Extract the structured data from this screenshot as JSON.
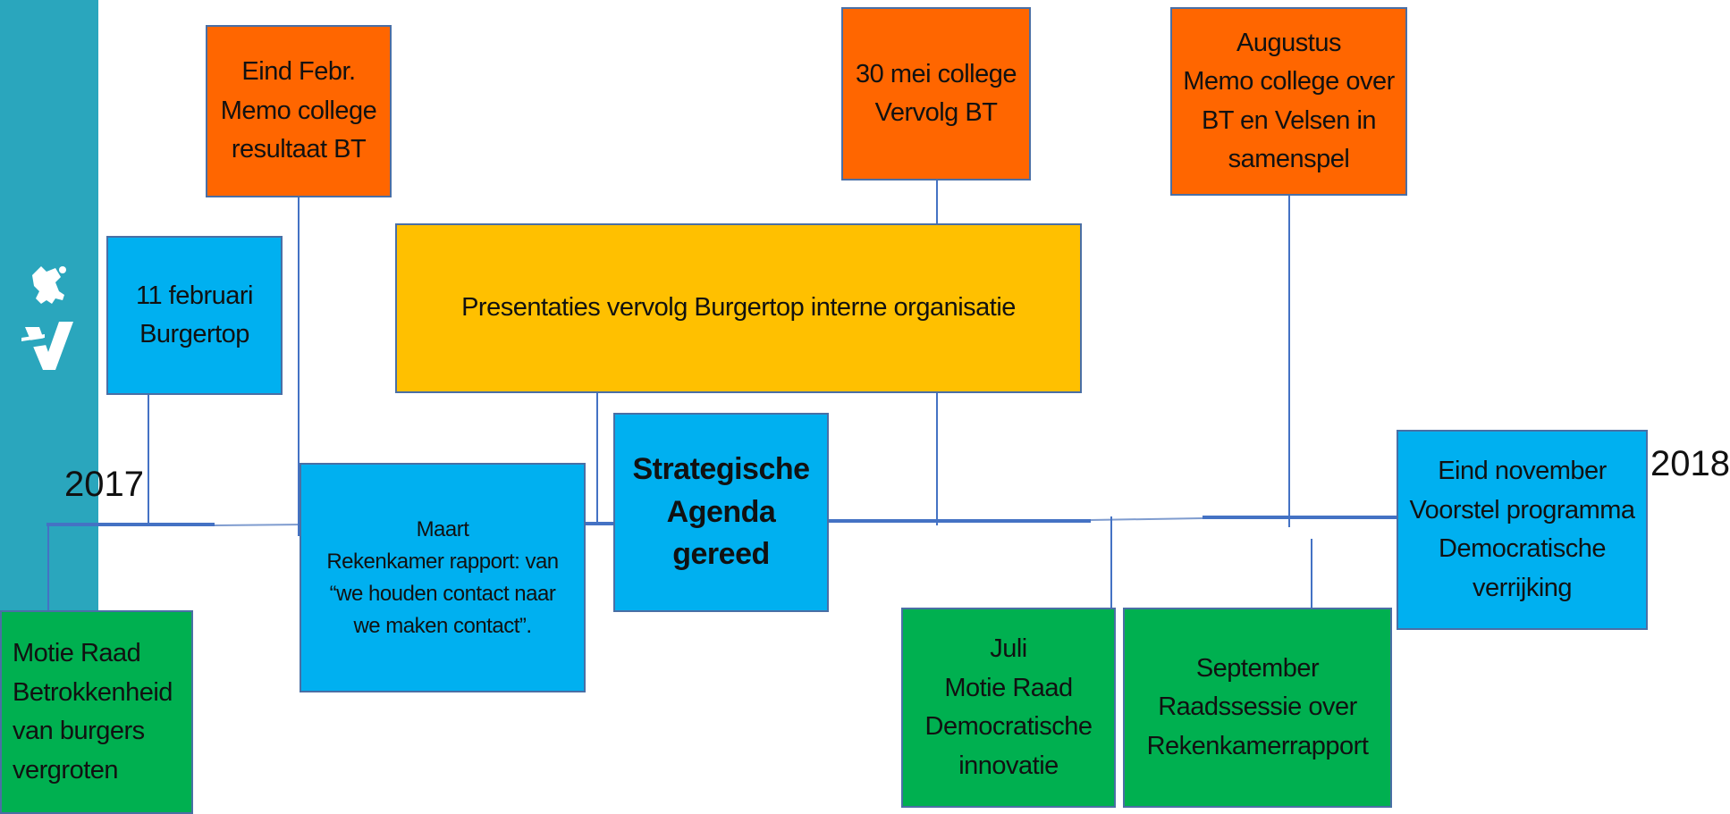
{
  "timeline": {
    "start_year": "2017",
    "end_year": "2018"
  },
  "milestones": {
    "eind_febr": "Eind Febr.\nMemo college\nresultaat BT",
    "burgertop": "11 februari\nBurgertop",
    "presentaties": "Presentaties vervolg Burgertop interne organisatie",
    "mei_college": "30 mei college\nVervolg BT",
    "augustus": "Augustus\nMemo college over\nBT en Velsen in\nsamenspel",
    "maart": "Maart\nRekenkamer rapport: van\n“we houden contact naar\nwe maken contact”.",
    "strategische": "Strategische\nAgenda gereed",
    "eind_november": "Eind november\nVoorstel programma\nDemocratische\nverrijking",
    "motie_betrokkenheid": "Motie Raad\nBetrokkenheid\nvan burgers\nvergroten",
    "juli": "Juli\nMotie Raad\nDemocratische\ninnovatie",
    "september": "September\nRaadssessie over\nRekenkamerrapport"
  },
  "colors": {
    "sidebar": "#2aa6bd",
    "college": "#ff6600",
    "event": "#00b0f0",
    "organisatie": "#ffc000",
    "raad": "#00b050",
    "line": "#4472c4"
  },
  "icons": {
    "logo": "velsen-lion-logo"
  }
}
